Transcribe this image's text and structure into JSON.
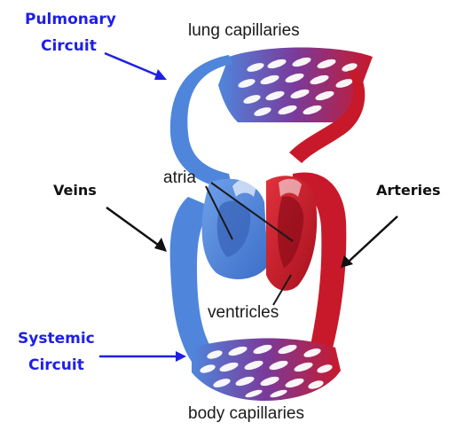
{
  "labels": {
    "pulmonary_1": "Pulmonary",
    "pulmonary_2": "Circuit",
    "systemic_1": "Systemic",
    "systemic_2": "Circuit",
    "veins": "Veins",
    "arteries": "Arteries",
    "lung_capillaries": "lung capillaries",
    "atria": "atria",
    "ventricles": "ventricles",
    "body_capillaries": "body capillaries"
  },
  "colors": {
    "label_blue": "#1f1fe6",
    "oxygen_poor": "#4f86dc",
    "oxygen_rich": "#c8192b",
    "capillary_mix": "#7a3a9a",
    "label_black": "#111111"
  }
}
